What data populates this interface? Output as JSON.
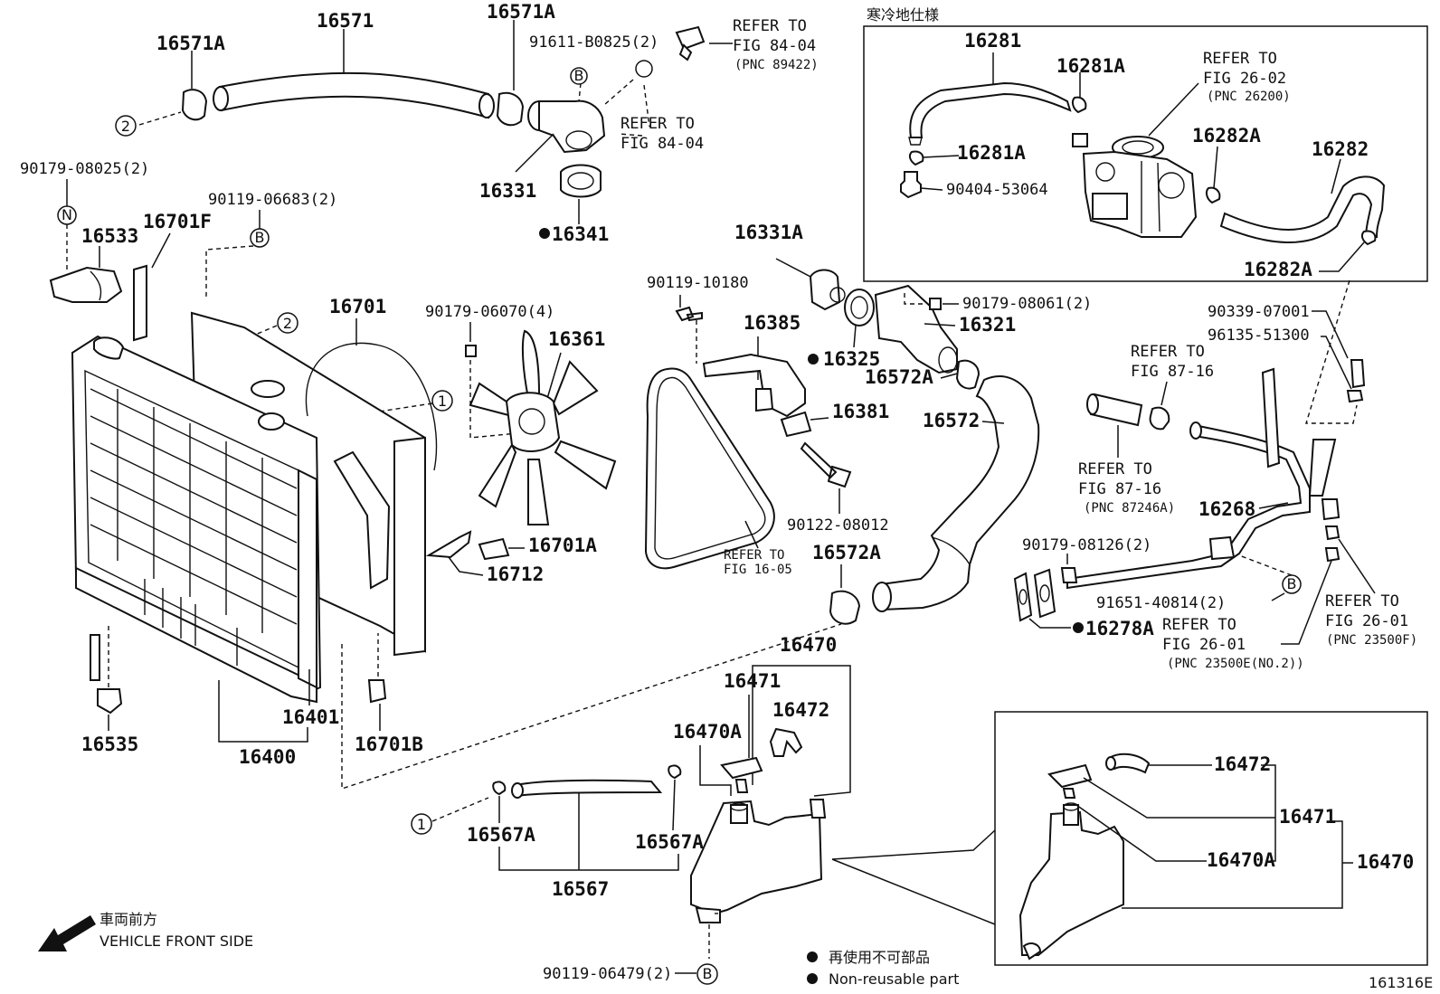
{
  "inset_title": "寒冷地仕様",
  "front": {
    "ja": "車両前方",
    "en": "VEHICLE FRONT SIDE"
  },
  "legend": {
    "ja": "再使用不可部品",
    "en": "Non-reusable part"
  },
  "figure_id": "161316E",
  "circle_labels": {
    "one": "1",
    "two": "2",
    "n": "N",
    "b": "B"
  },
  "parts": {
    "p16571": "16571",
    "p16571A_left": "16571A",
    "p16571A_right": "16571A",
    "p91611": "91611-B0825(2)",
    "p16331": "16331",
    "p16341": "16341",
    "p90179_08025": "90179-08025(2)",
    "p90119_06683": "90119-06683(2)",
    "p16533": "16533",
    "p16701F": "16701F",
    "p16701": "16701",
    "p90179_06070": "90179-06070(4)",
    "p16361": "16361",
    "p90119_10180": "90119-10180",
    "p16331A": "16331A",
    "p90179_08061": "90179-08061(2)",
    "p16321": "16321",
    "p16385": "16385",
    "p16325": "16325",
    "p16572A_top": "16572A",
    "p16572": "16572",
    "p16381": "16381",
    "p90122_08012": "90122-08012",
    "p16572A_bot": "16572A",
    "p16701A": "16701A",
    "p16712": "16712",
    "p16535": "16535",
    "p16401": "16401",
    "p16400": "16400",
    "p16701B": "16701B",
    "p16470_main": "16470",
    "p16471_main": "16471",
    "p16472_main": "16472",
    "p16470A_main": "16470A",
    "p16567A_left": "16567A",
    "p16567A_right": "16567A",
    "p16567": "16567",
    "p90119_06479": "90119-06479(2)",
    "p16281": "16281",
    "p16281A_top": "16281A",
    "p16281A_mid": "16281A",
    "p90404_53064": "90404-53064",
    "p16282A_top": "16282A",
    "p16282": "16282",
    "p16282A_bot": "16282A",
    "p90339_07001": "90339-07001",
    "p96135_51300": "96135-51300",
    "p16268": "16268",
    "p90179_08126": "90179-08126(2)",
    "p91651_40814": "91651-40814(2)",
    "p16278A": "16278A",
    "p16472_det": "16472",
    "p16471_det": "16471",
    "p16470A_det": "16470A",
    "p16470_det": "16470"
  },
  "refs": {
    "r_84_04_sensor": {
      "l1": "REFER TO",
      "l2": "FIG 84-04",
      "l3": "(PNC 89422)"
    },
    "r_84_04_gasket": {
      "l1": "REFER TO",
      "l2": "FIG 84-04"
    },
    "r_26_02": {
      "l1": "REFER TO",
      "l2": "FIG 26-02",
      "l3": "(PNC 26200)"
    },
    "r_87_16_clamp": {
      "l1": "REFER TO",
      "l2": "FIG 87-16"
    },
    "r_87_16_hose": {
      "l1": "REFER TO",
      "l2": "FIG 87-16",
      "l3": "(PNC 87246A)"
    },
    "r_16_05": {
      "l1": "REFER TO",
      "l2": "FIG 16-05"
    },
    "r_26_01_e": {
      "l1": "REFER TO",
      "l2": "FIG 26-01",
      "l3": "(PNC 23500E(NO.2))"
    },
    "r_26_01_f": {
      "l1": "REFER TO",
      "l2": "FIG 26-01",
      "l3": "(PNC 23500F)"
    }
  }
}
